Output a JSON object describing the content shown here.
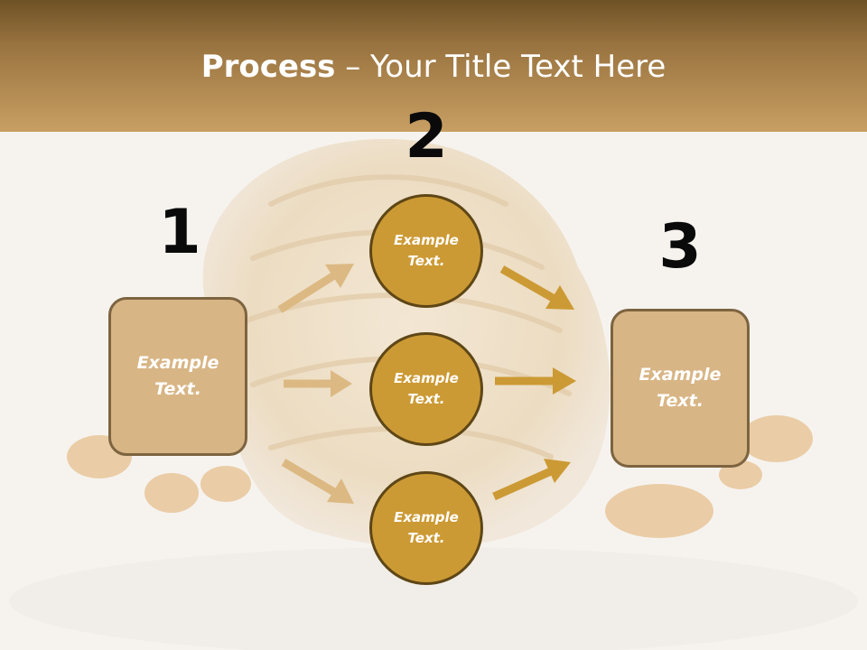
{
  "title": {
    "bold": "Process",
    "rest": " – Your Title Text Here"
  },
  "steps": {
    "n1": "1",
    "n2": "2",
    "n3": "3"
  },
  "left_box": {
    "line1": "Example",
    "line2": "Text."
  },
  "right_box": {
    "line1": "Example",
    "line2": "Text."
  },
  "circles": [
    {
      "line1": "Example",
      "line2": "Text."
    },
    {
      "line1": "Example",
      "line2": "Text."
    },
    {
      "line1": "Example",
      "line2": "Text."
    }
  ],
  "colors": {
    "box_fill": "#d8b585",
    "circle_fill": "#cc9a34",
    "arrow_light": "#dcb983",
    "arrow_dark": "#cc9a34"
  }
}
